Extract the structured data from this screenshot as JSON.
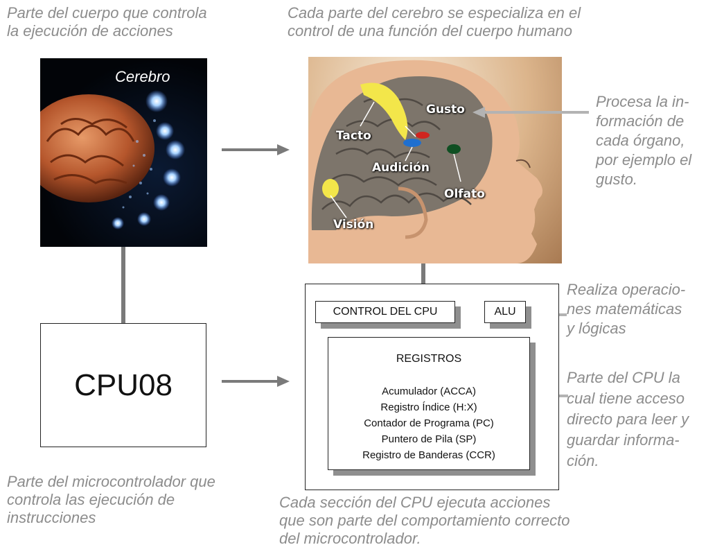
{
  "captions": {
    "top_left": "Parte del cuerpo que controla\nla ejecución de acciones",
    "top_center": "Cada parte del cerebro se especializa en el\ncontrol de una función del cuerpo humano",
    "right_top": "Procesa la in-\nformación de\ncada órgano,\npor ejemplo el\ngusto.",
    "right_alu": "Realiza operacio-\nnes matemáticas\ny lógicas",
    "right_registers": "Parte del CPU la\ncual tiene acceso\ndirecto para leer y\nguardar informa-\nción.",
    "bottom_left": "Parte del microcontrolador que\ncontrola las ejecución de\ninstrucciones",
    "bottom_center": "Cada sección del CPU ejecuta acciones\nque son parte del comportamiento correcto\ndel microcontrolador."
  },
  "brain_image": {
    "label": "Cerebro"
  },
  "head_image": {
    "regions": [
      "Tacto",
      "Gusto",
      "Audición",
      "Olfato",
      "Visión"
    ]
  },
  "cpu_box": {
    "label": "CPU08"
  },
  "cpu_diagram": {
    "control_label": "CONTROL DEL CPU",
    "alu_label": "ALU",
    "registers_title": "REGISTROS",
    "registers": [
      "Acumulador (ACCA)",
      "Registro Índice (H:X)",
      "Contador de Programa (PC)",
      "Puntero de Pila (SP)",
      "Registro de Banderas (CCR)"
    ]
  },
  "colors": {
    "caption": "#8c8c8c",
    "connector": "#7a7a7a",
    "arrow_gray": "#b3b3b3"
  }
}
